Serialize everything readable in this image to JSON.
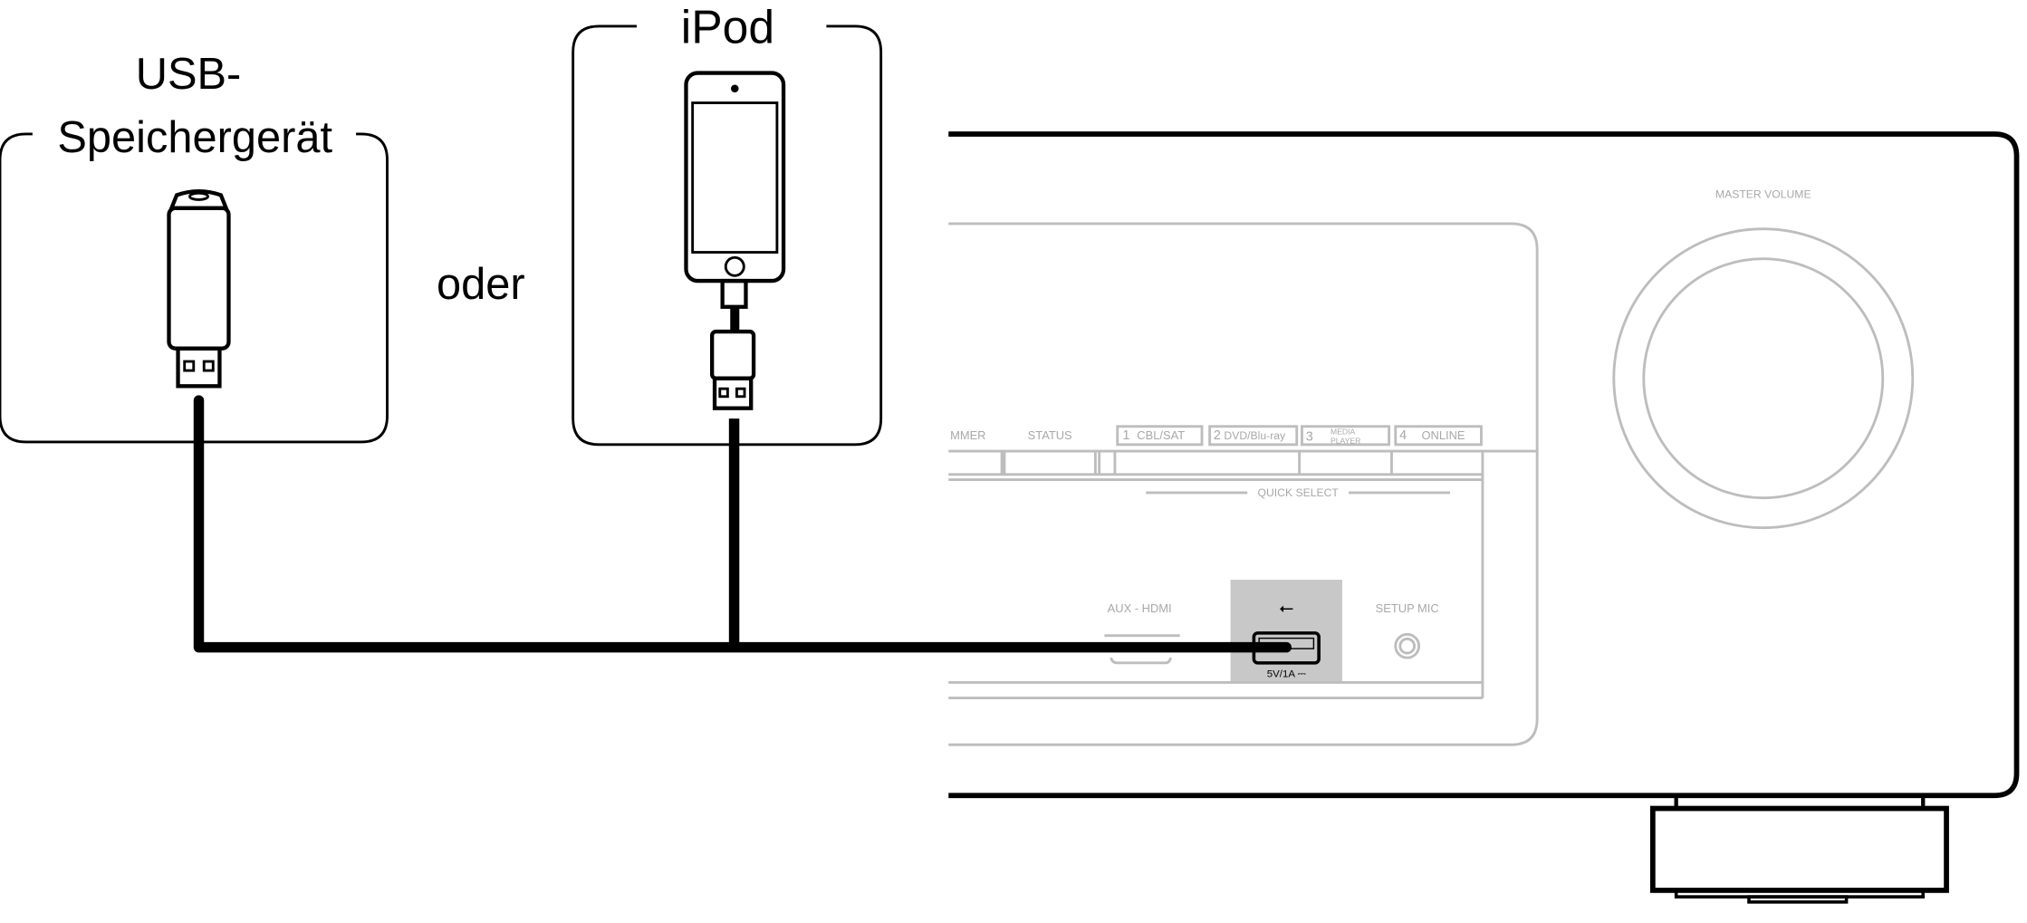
{
  "labels": {
    "usb_device_line1": "USB-",
    "usb_device_line2": "Speichergerät",
    "or": "oder",
    "ipod": "iPod"
  },
  "receiver": {
    "buttons": [
      "MMER",
      "STATUS"
    ],
    "quick_select_buttons": [
      {
        "num": "1",
        "label": "CBL/SAT"
      },
      {
        "num": "2",
        "label": "DVD/Blu-ray"
      },
      {
        "num": "3",
        "label": "MEDIA",
        "label2": "PLAYER"
      },
      {
        "num": "4",
        "label": "ONLINE"
      }
    ],
    "quick_select_title": "QUICK SELECT",
    "aux_hdmi": "AUX - HDMI",
    "usb_rating": "5V/1A ⎓",
    "setup_mic": "SETUP MIC",
    "master_volume": "MASTER VOLUME"
  },
  "colors": {
    "highlight": "#c8c8c8",
    "panel": "#bdbdbd",
    "cable": "#000000"
  }
}
